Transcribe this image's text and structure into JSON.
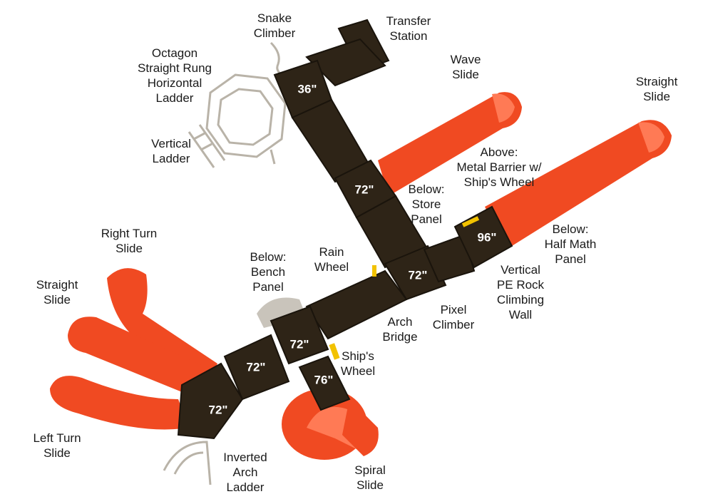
{
  "colors": {
    "slide": "#f04a22",
    "slide_highlight": "#ff7a55",
    "deck": "#2e2417",
    "ghost_ladder": "#b9b3a8",
    "yellow_accent": "#f2c200",
    "label_text": "#1a1a1a"
  },
  "labels": {
    "snake_climber": "Snake\nClimber",
    "transfer_station": "Transfer\nStation",
    "octagon_ladder": "Octagon\nStraight Rung\nHorizontal\nLadder",
    "wave_slide": "Wave\nSlide",
    "straight_slide_right": "Straight\nSlide",
    "vertical_ladder": "Vertical\nLadder",
    "above_metal_barrier": "Above:\nMetal Barrier w/\nShip's Wheel",
    "below_store_panel": "Below:\nStore\nPanel",
    "right_turn_slide": "Right Turn\nSlide",
    "rain_wheel": "Rain\nWheel",
    "below_bench_panel": "Below:\nBench\nPanel",
    "below_half_math_panel": "Below:\nHalf Math\nPanel",
    "vertical_pe_rock_wall": "Vertical\nPE Rock\nClimbing\nWall",
    "straight_slide_left": "Straight\nSlide",
    "pixel_climber": "Pixel\nClimber",
    "arch_bridge": "Arch\nBridge",
    "ships_wheel": "Ship's\nWheel",
    "left_turn_slide": "Left Turn\nSlide",
    "inverted_arch_ladder": "Inverted\nArch\nLadder",
    "spiral_slide": "Spiral\nSlide"
  },
  "decks": {
    "d36": "36\"",
    "d72_upper": "72\"",
    "d72_mid": "72\"",
    "d96": "96\"",
    "d72_center": "72\"",
    "d72_left": "72\"",
    "d76": "76\"",
    "d72_bottom": "72\""
  }
}
